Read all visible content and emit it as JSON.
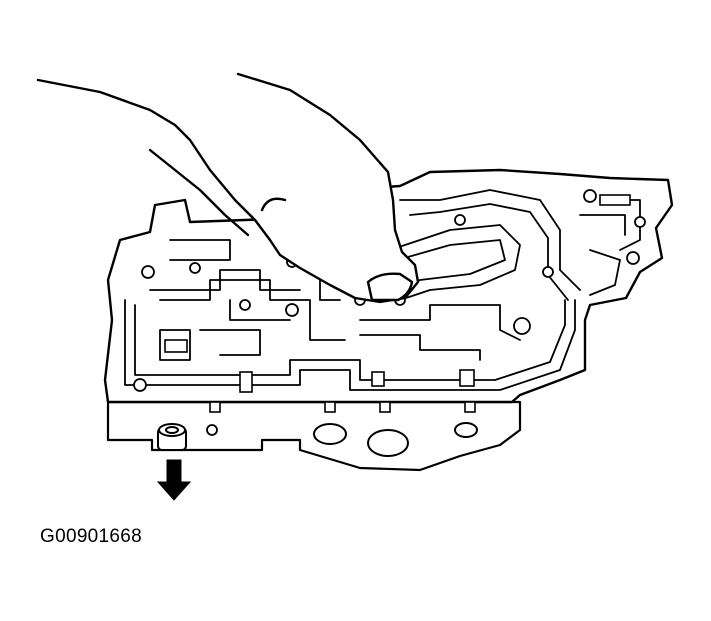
{
  "figure": {
    "id_label": "G00901668",
    "subject": "valve-body-with-hand",
    "ink_color": "#000000",
    "paper_color": "#ffffff",
    "arrow_direction": "down"
  }
}
